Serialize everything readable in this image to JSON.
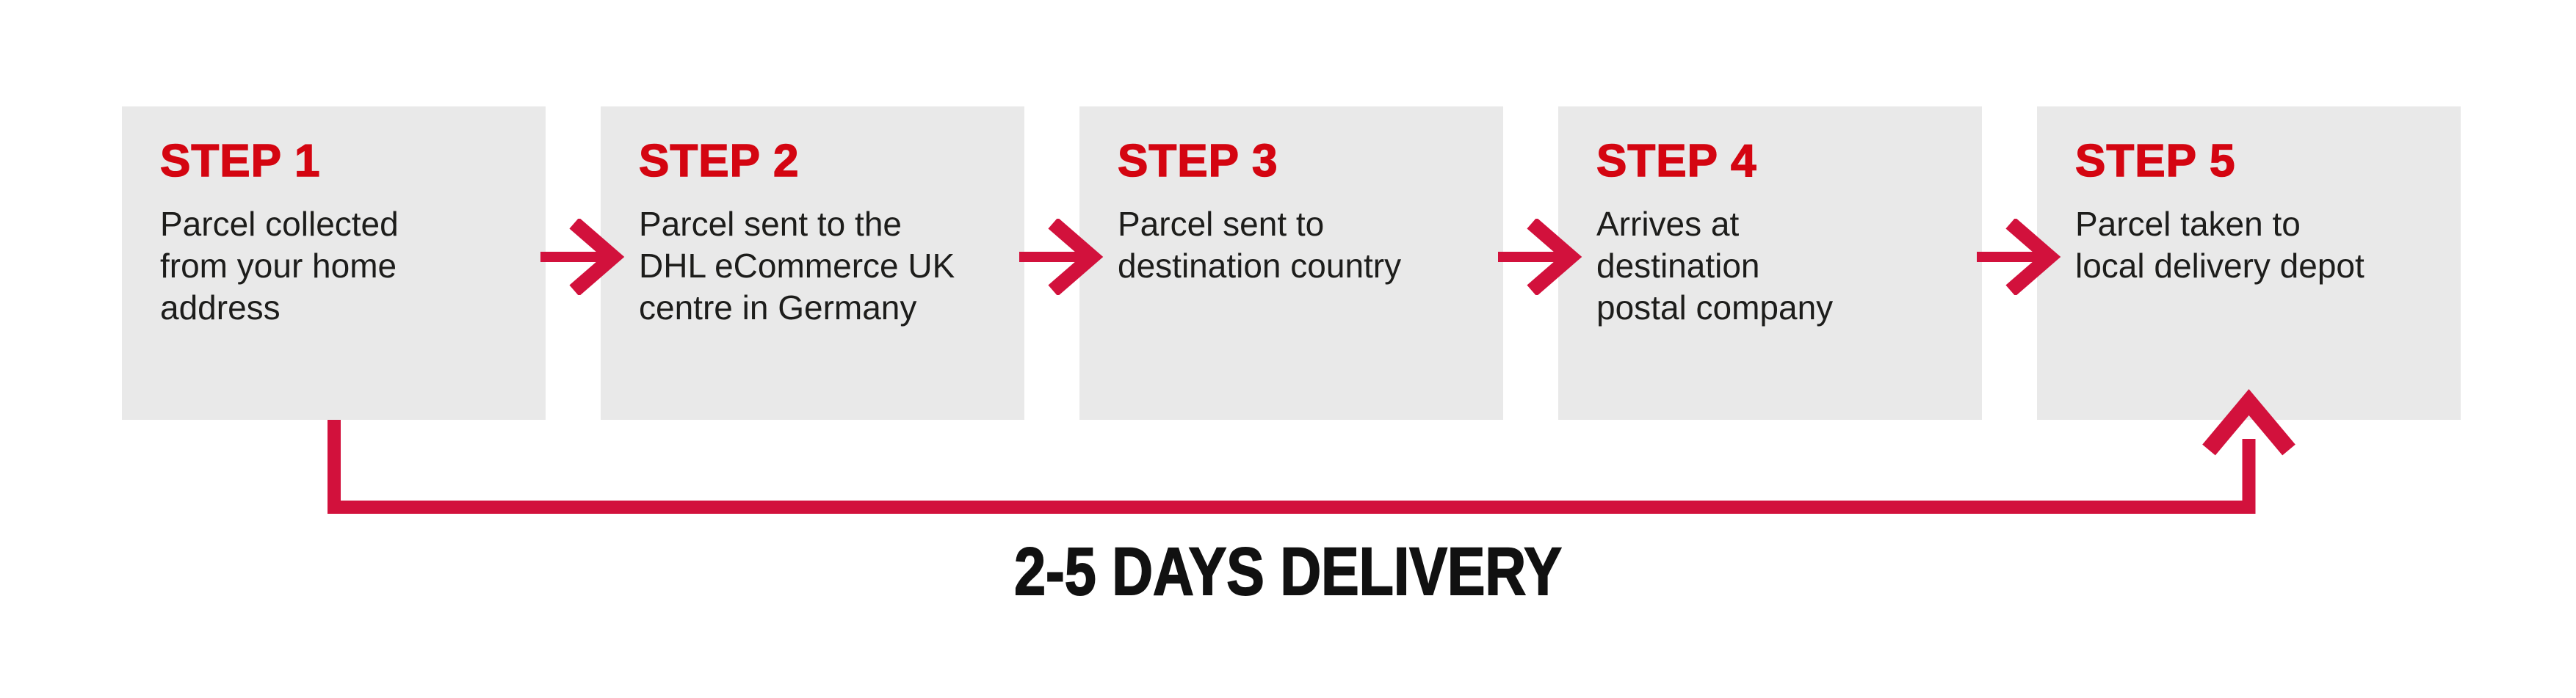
{
  "diagram": {
    "kind": "process-flow",
    "step_count": 5
  },
  "colors": {
    "page_bg": "#ffffff",
    "box_bg": "#e9e9e9",
    "heading_red": "#d40511",
    "arrow_red": "#d2113c",
    "body_text": "#1d1d1b",
    "label_text": "#111111"
  },
  "icons": {
    "step_connector": "arrow-right-icon",
    "timeline_end": "arrow-up-icon"
  },
  "steps": [
    {
      "heading": "STEP 1",
      "body": "Parcel collected\nfrom your home\naddress"
    },
    {
      "heading": "STEP 2",
      "body": "Parcel sent to the\nDHL eCommerce UK\ncentre in Germany"
    },
    {
      "heading": "STEP 3",
      "body": "Parcel sent to\ndestination country"
    },
    {
      "heading": "STEP 4",
      "body": "Arrives at\ndestination\npostal company"
    },
    {
      "heading": "STEP 5",
      "body": "Parcel taken to\nlocal delivery depot"
    }
  ],
  "timeline": {
    "label": "2-5 DAYS DELIVERY"
  }
}
